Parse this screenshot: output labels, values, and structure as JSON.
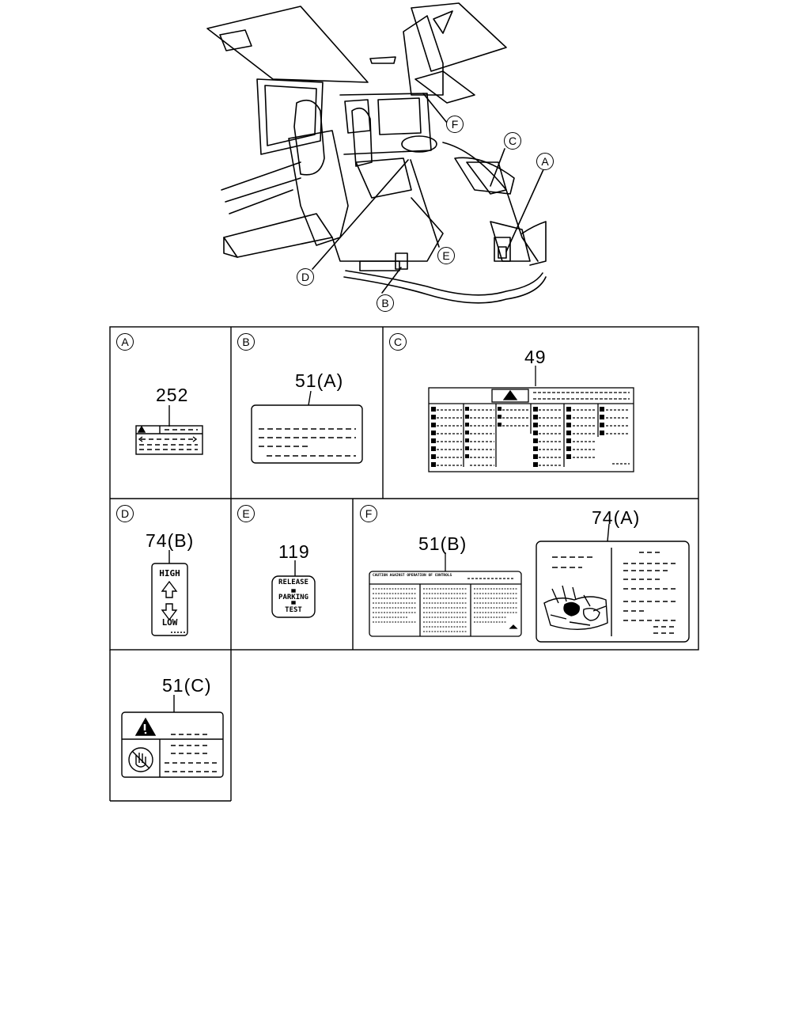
{
  "callouts": {
    "a": "A",
    "b": "B",
    "c": "C",
    "d": "D",
    "e": "E",
    "f": "F"
  },
  "panels": {
    "a": {
      "letter": "A",
      "part": "252"
    },
    "b": {
      "letter": "B",
      "part": "51(A)"
    },
    "c": {
      "letter": "C",
      "part": "49"
    },
    "d": {
      "letter": "D",
      "part": "74(B)",
      "top": "HIGH",
      "bottom": "LOW"
    },
    "e": {
      "letter": "E",
      "part": "119",
      "lines": [
        "RELEASE",
        "PARKING",
        "TEST"
      ]
    },
    "f": {
      "letter": "F",
      "part_left": "51(B)",
      "part_right": "74(A)",
      "header": "CAUTION AGAINST OPERATION OF CONTROLS"
    },
    "g": {
      "part": "51(C)"
    }
  }
}
